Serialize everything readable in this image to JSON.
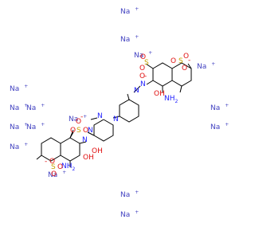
{
  "colors": {
    "bond": "#000000",
    "sodium": "#4040c0",
    "oxygen": "#e01010",
    "sulfur": "#c8a000",
    "nitrogen": "#2222ff"
  },
  "free_ions": [
    {
      "symbol": "Na",
      "charge": "+"
    },
    {
      "symbol": "Na",
      "charge": "+"
    },
    {
      "symbol": "Na",
      "charge": "+"
    },
    {
      "symbol": "Na",
      "charge": "+"
    },
    {
      "symbol": "Na",
      "charge": "+"
    },
    {
      "symbol": "Na",
      "charge": "+"
    },
    {
      "symbol": "Na",
      "charge": "+"
    },
    {
      "symbol": "Na",
      "charge": "+"
    },
    {
      "symbol": "Na",
      "charge": "+"
    },
    {
      "symbol": "Na",
      "charge": "+"
    },
    {
      "symbol": "Na",
      "charge": "+"
    },
    {
      "symbol": "Na",
      "charge": "+"
    },
    {
      "symbol": "Na",
      "charge": "+"
    },
    {
      "symbol": "Na",
      "charge": "+"
    },
    {
      "symbol": "Na",
      "charge": "+"
    },
    {
      "symbol": "Na",
      "charge": "+"
    },
    {
      "symbol": "Na",
      "charge": "+"
    }
  ],
  "atom_labels": {
    "sulfur": "S",
    "oxygen": "O",
    "o_minus": "O",
    "minus": "-",
    "nitrogen": "N",
    "hydroxyl": "OH",
    "amine": "NH",
    "subscript_2": "2"
  }
}
